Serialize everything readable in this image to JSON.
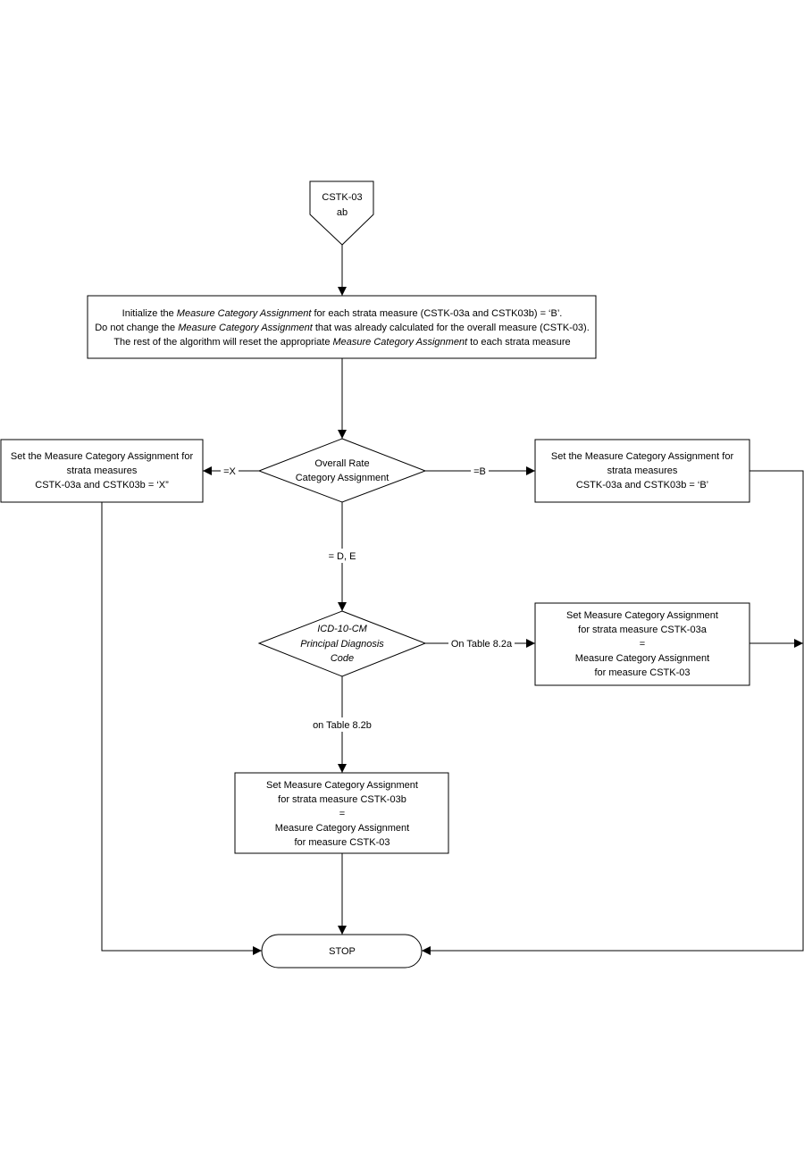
{
  "start": {
    "line1": "CSTK-03",
    "line2": "ab"
  },
  "init_box": {
    "line1": {
      "a": "Initialize the ",
      "b": "Measure Category Assignment",
      "c": " for each strata measure (CSTK-03a and CSTK03b) = ‘B’."
    },
    "line2": {
      "a": "Do not change the ",
      "b": "Measure Category Assignment",
      "c": " that was already calculated for the overall measure (CSTK-03)."
    },
    "line3": {
      "a": "The rest of the algorithm will reset the appropriate ",
      "b": "Measure Category Assignment",
      "c": " to each strata measure"
    }
  },
  "decision1": {
    "line1": "Overall Rate",
    "line2": "Category Assignment"
  },
  "left_box": {
    "line1": "Set the Measure Category Assignment for",
    "line2": "strata  measures",
    "line3": "CSTK-03a  and CSTK03b = ‘X”"
  },
  "right_box": {
    "line1": "Set the Measure Category Assignment for",
    "line2": "strata  measures",
    "line3": "CSTK-03a  and CSTK03b = ‘B’"
  },
  "edge_labels": {
    "x": "=X",
    "b": "=B",
    "de": "= D, E",
    "table_a": "On Table 8.2a",
    "table_b": "on Table 8.2b"
  },
  "decision2": {
    "line1": "ICD-10-CM",
    "line2": "Principal Diagnosis",
    "line3": "Code"
  },
  "box_a": {
    "line1": "Set Measure Category Assignment",
    "line2": "for strata measure CSTK-03a",
    "line3": "=",
    "line4": "Measure Category Assignment",
    "line5": "for measure CSTK-03"
  },
  "box_b": {
    "line1": "Set Measure Category Assignment",
    "line2": "for strata measure CSTK-03b",
    "line3": "=",
    "line4": "Measure Category Assignment",
    "line5": "for measure CSTK-03"
  },
  "stop": {
    "label": "STOP"
  }
}
